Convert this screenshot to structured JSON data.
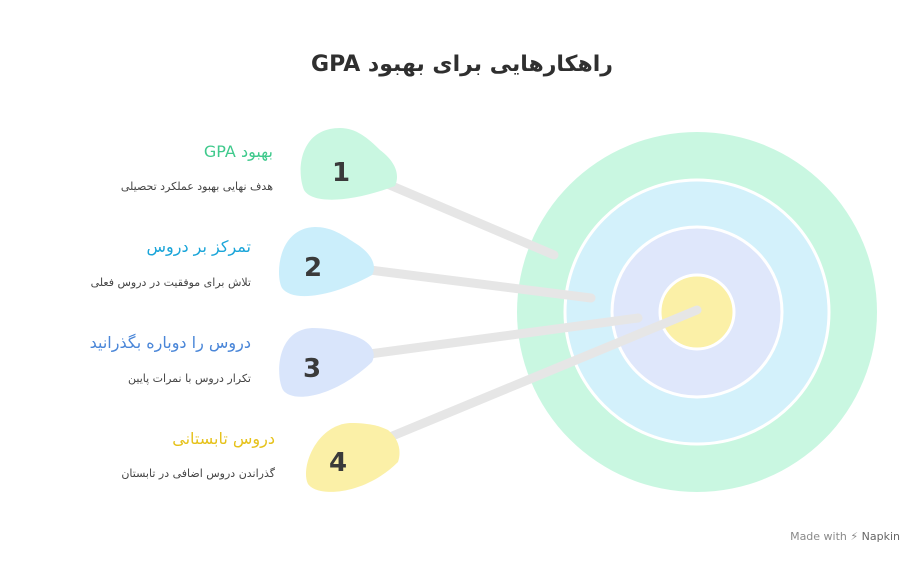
{
  "title": "GPA راهکارهایی برای بهبود",
  "items": [
    {
      "number": "1",
      "title": "بهبود GPA",
      "desc": "هدف نهایی بهبود عملکرد تحصیلی",
      "color": "#3fc98c",
      "fill": "#c9f7e1"
    },
    {
      "number": "2",
      "title": "تمرکز بر دروس",
      "desc": "تلاش برای موفقیت در دروس فعلی",
      "color": "#1aa5d9",
      "fill": "#cbeefb"
    },
    {
      "number": "3",
      "title": "دروس را دوباره بگذرانید",
      "desc": "تکرار دروس با نمرات پایین",
      "color": "#4a86d8",
      "fill": "#d9e5fb"
    },
    {
      "number": "4",
      "title": "دروس تابستانی",
      "desc": "گذراندن دروس اضافی در تابستان",
      "color": "#e6c21b",
      "fill": "#fbf0a7"
    }
  ],
  "target": {
    "ring_colors": [
      "#c9f7e1",
      "#d3f1fb",
      "#dfe7fb",
      "#fbf0a7"
    ]
  },
  "footer": {
    "made_with": "Made with",
    "brand": "Napkin"
  }
}
